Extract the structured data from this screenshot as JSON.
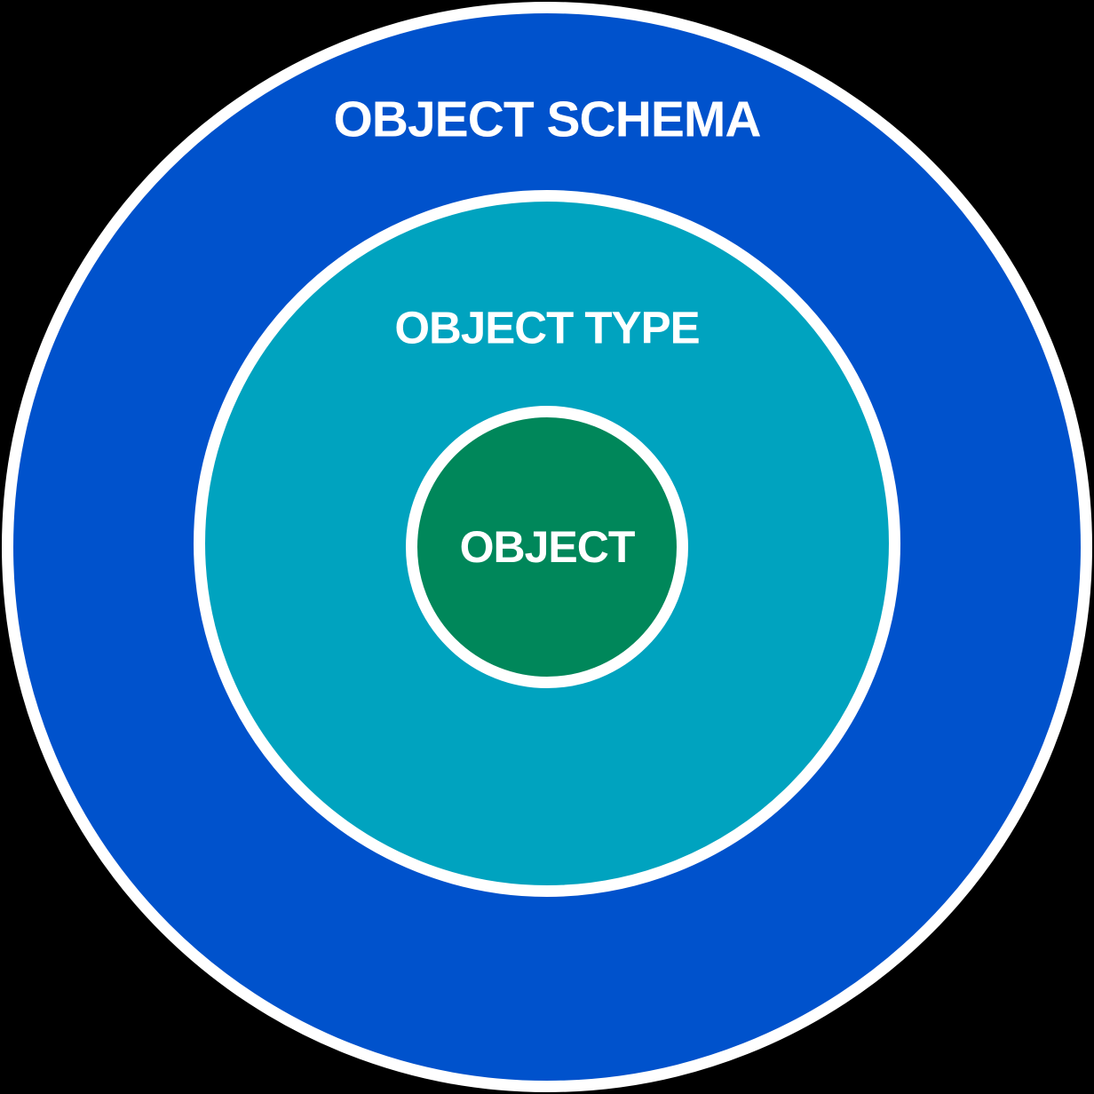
{
  "diagram": {
    "background_color": "#000000",
    "ring_border_color": "#FFFFFF",
    "label_color": "#FFFFFF",
    "rings": [
      {
        "label": "OBJECT SCHEMA",
        "color": "#0052CC"
      },
      {
        "label": "OBJECT TYPE",
        "color": "#00A3BF"
      },
      {
        "label": "OBJECT",
        "color": "#00875A"
      }
    ]
  }
}
